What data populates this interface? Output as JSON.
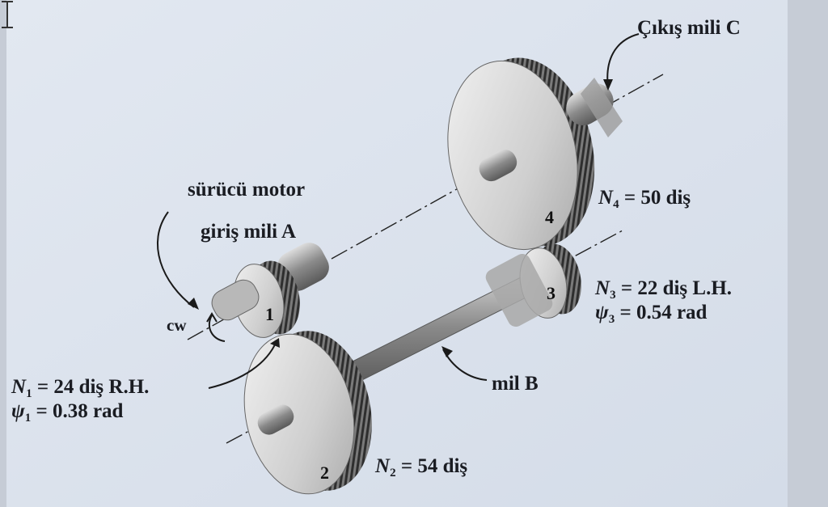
{
  "labels": {
    "output_shaft": "Çıkış mili C",
    "driver_motor": "sürücü motor",
    "input_shaft": "giriş mili A",
    "shaft_b": "mil B",
    "cw": "cw"
  },
  "gears": [
    {
      "id": "1",
      "teeth": "24 diş R.H.",
      "helix": "0.38 rad"
    },
    {
      "id": "2",
      "teeth": "54 diş"
    },
    {
      "id": "3",
      "teeth": "22 diş L.H.",
      "helix": "0.54 rad"
    },
    {
      "id": "4",
      "teeth": "50 diş"
    }
  ],
  "symbols": {
    "N": "N",
    "psi": "ψ",
    "eq": " = "
  },
  "colors": {
    "background": "#cdd3dc",
    "panel": "#dfe6ef",
    "gear_face": "#d8d8d8",
    "gear_rim": "#5e5e5e",
    "shaft": "#9a9a9a",
    "text": "#1a1c22"
  }
}
